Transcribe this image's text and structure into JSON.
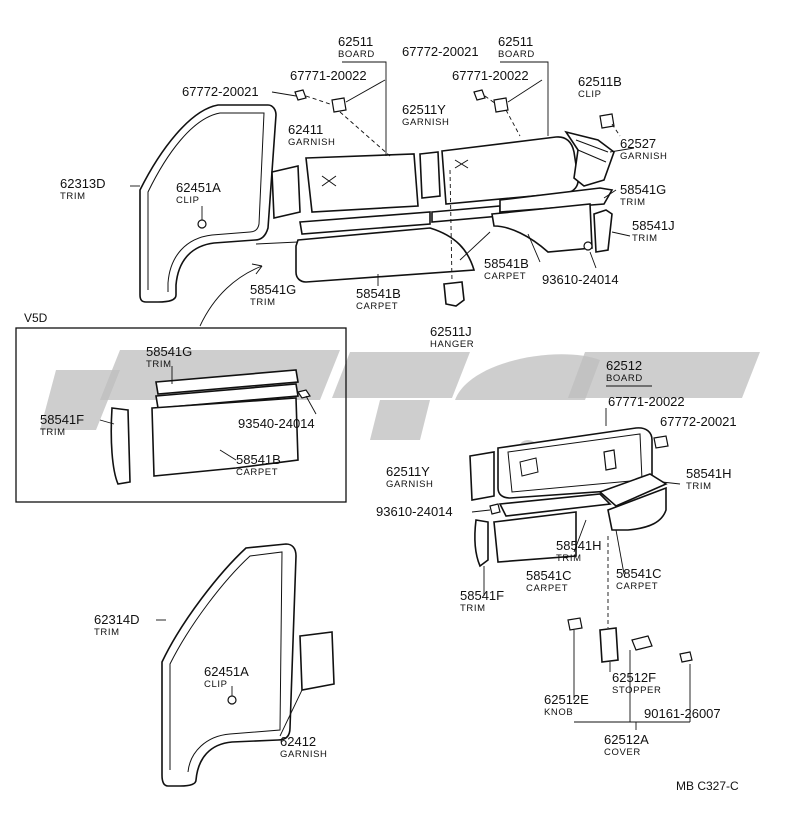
{
  "diagram_id": "MB C327-C",
  "inset_title": "V5D",
  "labels": [
    {
      "id": "62511_board_left",
      "number": "62511",
      "caption": "BOARD"
    },
    {
      "id": "62511_board_right",
      "number": "62511",
      "caption": "BOARD"
    },
    {
      "id": "67772_top_left",
      "number": "67772-20021",
      "caption": ""
    },
    {
      "id": "67772_top_right",
      "number": "67772-20021",
      "caption": ""
    },
    {
      "id": "67771_top_left",
      "number": "67771-20022",
      "caption": ""
    },
    {
      "id": "67771_top_right",
      "number": "67771-20022",
      "caption": ""
    },
    {
      "id": "62511B_clip",
      "number": "62511B",
      "caption": "CLIP"
    },
    {
      "id": "62511Y_garnish_top",
      "number": "62511Y",
      "caption": "GARNISH"
    },
    {
      "id": "62411_garnish",
      "number": "62411",
      "caption": "GARNISH"
    },
    {
      "id": "62527_garnish",
      "number": "62527",
      "caption": "GARNISH"
    },
    {
      "id": "62313D_trim",
      "number": "62313D",
      "caption": "TRIM"
    },
    {
      "id": "62451A_clip_top",
      "number": "62451A",
      "caption": "CLIP"
    },
    {
      "id": "58541G_trim_top",
      "number": "58541G",
      "caption": "TRIM"
    },
    {
      "id": "58541J_trim",
      "number": "58541J",
      "caption": "TRIM"
    },
    {
      "id": "58541B_carpet_top_right",
      "number": "58541B",
      "caption": "CARPET"
    },
    {
      "id": "93610_top",
      "number": "93610-24014",
      "caption": ""
    },
    {
      "id": "58541G_trim_left",
      "number": "58541G",
      "caption": "TRIM"
    },
    {
      "id": "58541B_carpet_mid",
      "number": "58541B",
      "caption": "CARPET"
    },
    {
      "id": "62511J_hanger",
      "number": "62511J",
      "caption": "HANGER"
    },
    {
      "id": "58541G_trim_inset",
      "number": "58541G",
      "caption": "TRIM"
    },
    {
      "id": "58541F_trim_inset",
      "number": "58541F",
      "caption": "TRIM"
    },
    {
      "id": "93540_inset",
      "number": "93540-24014",
      "caption": ""
    },
    {
      "id": "58541B_carpet_inset",
      "number": "58541B",
      "caption": "CARPET"
    },
    {
      "id": "62512_board",
      "number": "62512",
      "caption": "BOARD"
    },
    {
      "id": "67771_rear",
      "number": "67771-20022",
      "caption": ""
    },
    {
      "id": "67772_rear",
      "number": "67772-20021",
      "caption": ""
    },
    {
      "id": "62511Y_garnish_rear",
      "number": "62511Y",
      "caption": "GARNISH"
    },
    {
      "id": "58541H_trim_right",
      "number": "58541H",
      "caption": "TRIM"
    },
    {
      "id": "93610_rear",
      "number": "93610-24014",
      "caption": ""
    },
    {
      "id": "58541H_trim_mid",
      "number": "58541H",
      "caption": "TRIM"
    },
    {
      "id": "58541C_carpet_left",
      "number": "58541C",
      "caption": "CARPET"
    },
    {
      "id": "58541C_carpet_right",
      "number": "58541C",
      "caption": "CARPET"
    },
    {
      "id": "58541F_trim_rear",
      "number": "58541F",
      "caption": "TRIM"
    },
    {
      "id": "62314D_trim",
      "number": "62314D",
      "caption": "TRIM"
    },
    {
      "id": "62451A_clip_bottom",
      "number": "62451A",
      "caption": "CLIP"
    },
    {
      "id": "62412_garnish",
      "number": "62412",
      "caption": "GARNISH"
    },
    {
      "id": "62512F_stopper",
      "number": "62512F",
      "caption": "STOPPER"
    },
    {
      "id": "62512E_knob",
      "number": "62512E",
      "caption": "KNOB"
    },
    {
      "id": "90161_screw",
      "number": "90161-26007",
      "caption": ""
    },
    {
      "id": "62512A_cover",
      "number": "62512A",
      "caption": "COVER"
    }
  ]
}
